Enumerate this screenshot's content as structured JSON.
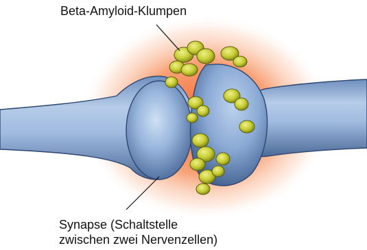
{
  "labels": {
    "amyloid": "Beta-Amyloid-Klumpen",
    "synapse_line1": "Synapse (Schaltstelle",
    "synapse_line2": "zwischen zwei Nervenzellen)"
  },
  "colors": {
    "glow": "#f4622a",
    "axon": "#8fb0d8",
    "axon_dark": "#4f6f9e",
    "plaque": "#c9cf3a",
    "plaque_dark": "#6f7412",
    "text": "#111111"
  }
}
